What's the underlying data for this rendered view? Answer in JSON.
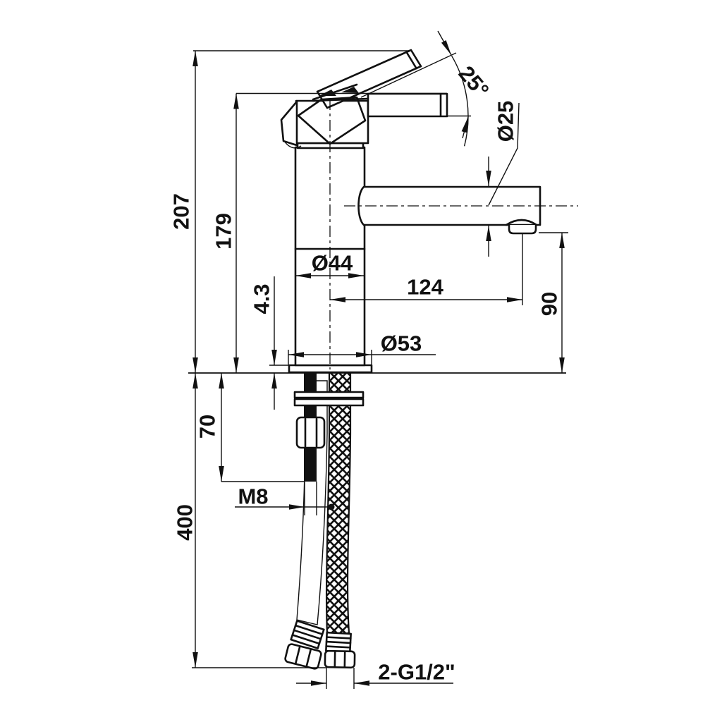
{
  "drawing": {
    "kind": "technical dimensional drawing",
    "subject": "single-lever basin mixer faucet, side elevation with supply hoses",
    "units": "mm",
    "colors": {
      "line": "#111111",
      "background": "#ffffff"
    },
    "labels": {
      "overall_height": "207",
      "handle_height": "179",
      "plate_thickness": "4.3",
      "stud_length": "70",
      "hose_length": "400",
      "body_diameter": "Ø44",
      "base_diameter": "Ø53",
      "spout_reach": "124",
      "spout_clearance": "90",
      "spout_diameter": "Ø25",
      "handle_swing_angle": "25°",
      "stud_thread": "M8",
      "hose_thread": "2-G1/2\""
    }
  }
}
